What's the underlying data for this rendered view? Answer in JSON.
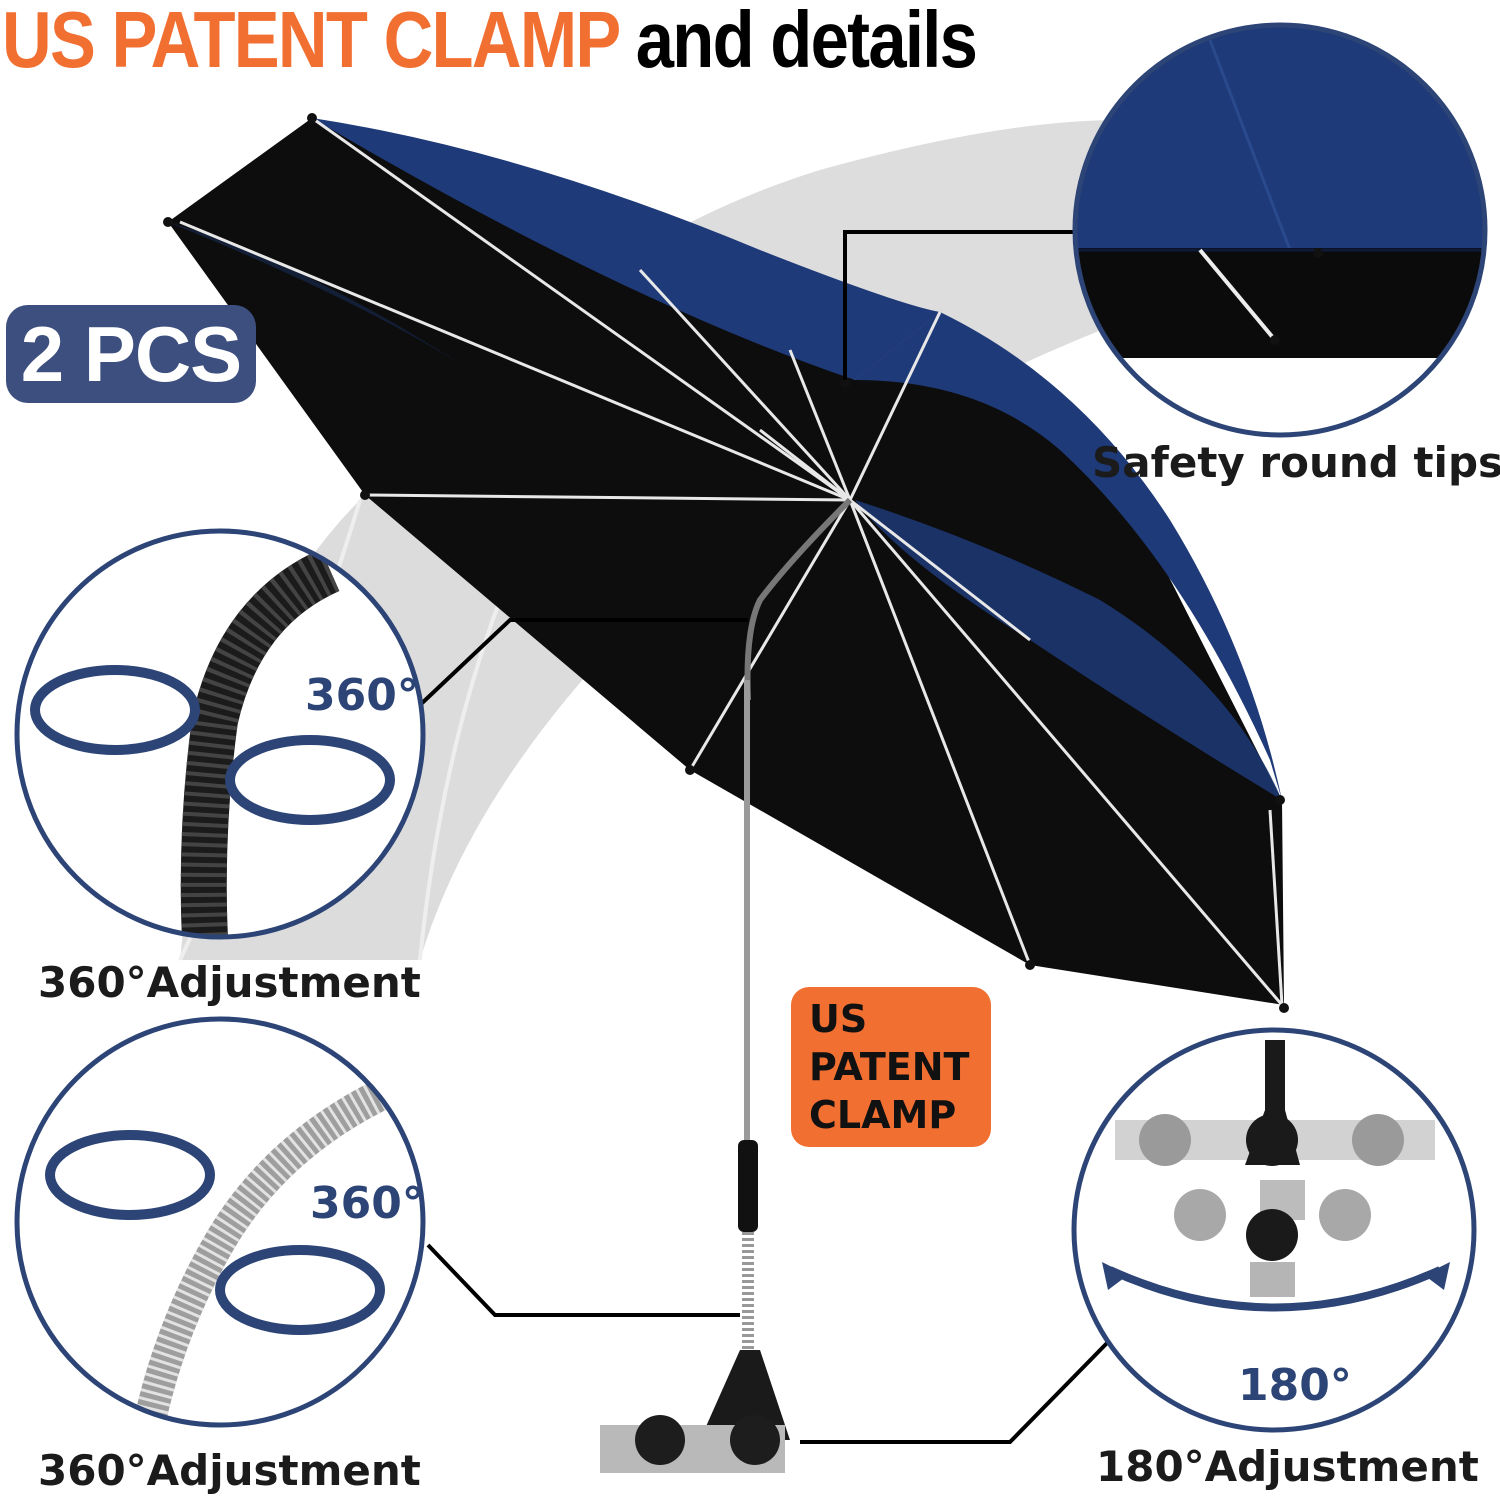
{
  "title": {
    "part1": "US PATENT CLAMP",
    "part2": "and details"
  },
  "badge": {
    "text": "2 PCS"
  },
  "callouts": {
    "tips": "Safety round tips",
    "joint_upper": "360°Adjustment",
    "joint_upper_degree": "360°",
    "joint_lower": "360°Adjustment",
    "joint_lower_degree": "360°",
    "clamp": "180°Adjustment",
    "clamp_degree": "180°"
  },
  "patent_box": {
    "line1": "US",
    "line2": "PATENT",
    "line3": "CLAMP"
  },
  "colors": {
    "accent": "#f26f32",
    "navy": "#2c4476",
    "canopy": "#1f3a78",
    "badge": "#3d4f7f"
  }
}
